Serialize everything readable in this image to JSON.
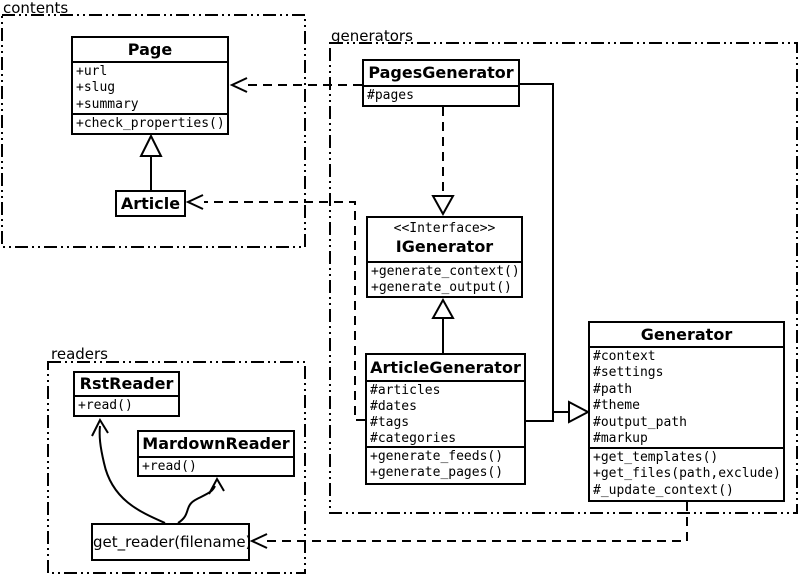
{
  "diagram": {
    "type": "uml-class-diagram",
    "colors": {
      "line": "#000000",
      "background": "#ffffff",
      "box_fill": "#ffffff"
    }
  },
  "packages": {
    "contents": {
      "label": "contents"
    },
    "generators": {
      "label": "generators"
    },
    "readers": {
      "label": "readers"
    }
  },
  "classes": {
    "page": {
      "name": "Page",
      "attributes": [
        "+url",
        "+slug",
        "+summary"
      ],
      "methods": [
        "+check_properties()"
      ]
    },
    "article": {
      "name": "Article"
    },
    "pages_generator": {
      "name": "PagesGenerator",
      "attributes": [
        "#pages"
      ]
    },
    "igenerator": {
      "stereotype": "<<Interface>>",
      "name": "IGenerator",
      "methods": [
        "+generate_context()",
        "+generate_output()"
      ]
    },
    "article_generator": {
      "name": "ArticleGenerator",
      "attributes": [
        "#articles",
        "#dates",
        "#tags",
        "#categories"
      ],
      "methods": [
        "+generate_feeds()",
        "+generate_pages()"
      ]
    },
    "generator": {
      "name": "Generator",
      "attributes": [
        "#context",
        "#settings",
        "#path",
        "#theme",
        "#output_path",
        "#markup"
      ],
      "methods": [
        "+get_templates()",
        "+get_files(path,exclude)",
        "#_update_context()"
      ]
    },
    "rst_reader": {
      "name": "RstReader",
      "methods": [
        "+read()"
      ]
    },
    "mardown_reader": {
      "name": "MardownReader",
      "methods": [
        "+read()"
      ]
    },
    "get_reader": {
      "label": "get_reader(filename)"
    }
  },
  "relationships": [
    {
      "from": "Article",
      "to": "Page",
      "type": "inheritance"
    },
    {
      "from": "PagesGenerator",
      "to": "Page",
      "type": "dependency"
    },
    {
      "from": "ArticleGenerator",
      "to": "Article",
      "type": "dependency"
    },
    {
      "from": "PagesGenerator",
      "to": "IGenerator",
      "type": "realization"
    },
    {
      "from": "ArticleGenerator",
      "to": "IGenerator",
      "type": "inheritance"
    },
    {
      "from": "PagesGenerator",
      "to": "Generator",
      "type": "inheritance"
    },
    {
      "from": "ArticleGenerator",
      "to": "Generator",
      "type": "inheritance"
    },
    {
      "from": "Generator",
      "to": "get_reader(filename)",
      "type": "dependency"
    },
    {
      "from": "get_reader(filename)",
      "to": "RstReader",
      "type": "dependency"
    },
    {
      "from": "get_reader(filename)",
      "to": "MardownReader",
      "type": "dependency"
    }
  ]
}
